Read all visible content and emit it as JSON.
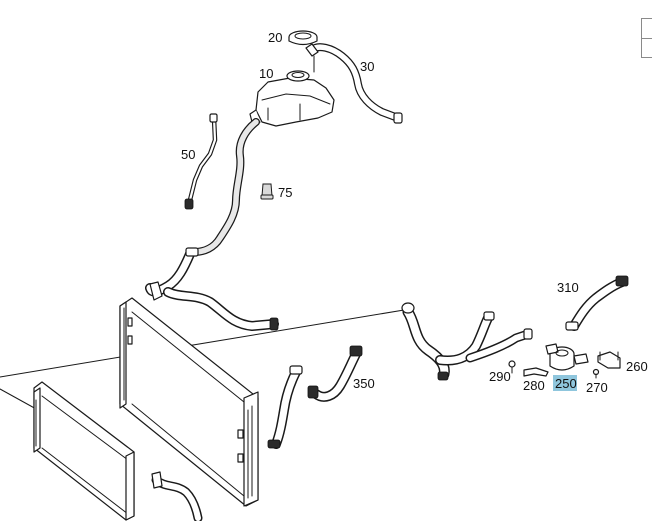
{
  "callouts": {
    "c20": "20",
    "c30": "30",
    "c10": "10",
    "c50": "50",
    "c75": "75",
    "c310": "310",
    "c350": "350",
    "c290": "290",
    "c260": "260",
    "c280": "280",
    "c250": "250",
    "c270": "270"
  },
  "highlighted_callout": "250",
  "colors": {
    "highlight": "#8fc6dd",
    "line": "#1a1a1a",
    "background": "#ffffff"
  }
}
